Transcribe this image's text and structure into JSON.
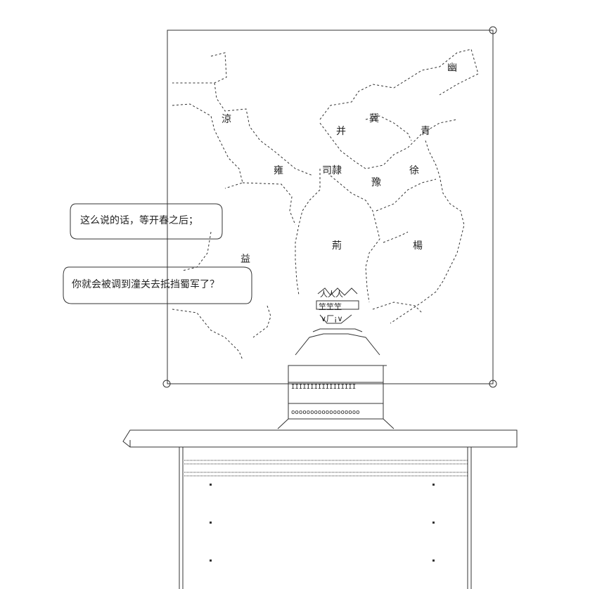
{
  "map": {
    "regions": {
      "you": "幽",
      "liang": "涼",
      "ji": "冀",
      "bing": "并",
      "qing": "青",
      "yong": "雍",
      "sili": "司隷",
      "xu": "徐",
      "yu": "豫",
      "jing": "荊",
      "yang": "楊",
      "yi": "益"
    },
    "stand": {
      "pagoda_top": "人人人",
      "pagoda_mid": "笁笁笁",
      "pagoda_face": "∨厂¡∨",
      "base_row": "IIIIIIIIIIIIIIIII",
      "circle_row": "oooooooooooooooooo"
    }
  },
  "dialogue": {
    "line1": "这么说的话，等开春之后；",
    "line2": "你就会被调到潼关去抵挡蜀军了？"
  }
}
